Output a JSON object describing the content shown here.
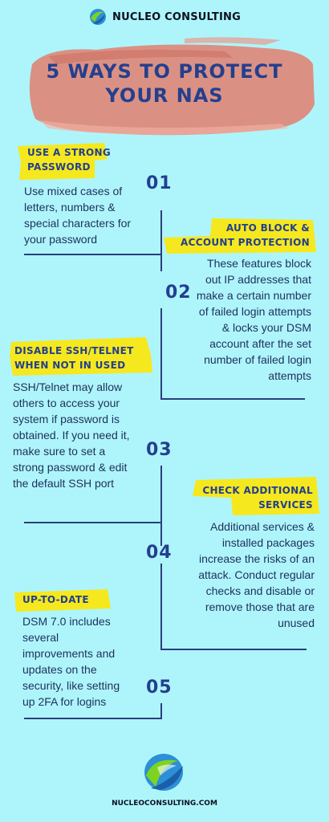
{
  "brand": {
    "name": "NUCLEO CONSULTING",
    "logo_icon": "globe-swirl-icon"
  },
  "title": {
    "line1": "5 WAYS TO PROTECT",
    "line2": "YOUR NAS"
  },
  "colors": {
    "background": "#aef5fb",
    "accent": "#243f8e",
    "highlight": "#f6e81e",
    "brush": "#df8676"
  },
  "tips": [
    {
      "number": "01",
      "heading1": "USE A STRONG",
      "heading2": "PASSWORD",
      "lines": [
        "Use mixed cases of",
        "letters, numbers &",
        "special characters for",
        "your password"
      ]
    },
    {
      "number": "02",
      "heading1": "AUTO BLOCK &",
      "heading2": "ACCOUNT PROTECTION",
      "lines": [
        "These features block",
        "out IP addresses that",
        "make a certain number",
        "of failed login attempts",
        "& locks your DSM",
        "account after the set",
        "number of failed login",
        "attempts"
      ]
    },
    {
      "number": "03",
      "heading1": "DISABLE SSH/TELNET",
      "heading2": "WHEN NOT IN USED",
      "lines": [
        "SSH/Telnet may allow",
        "others to access your",
        "system if password is",
        "obtained. If you need it,",
        "make sure to set a",
        "strong password & edit",
        "the default SSH port"
      ]
    },
    {
      "number": "04",
      "heading1": "CHECK ADDITIONAL",
      "heading2": "SERVICES",
      "lines": [
        "Additional services &",
        "installed packages",
        "increase the risks of an",
        "attack. Conduct regular",
        "checks and disable or",
        "remove those that are",
        "unused"
      ]
    },
    {
      "number": "05",
      "heading1": "UP-TO-DATE",
      "heading2": "",
      "lines": [
        "DSM 7.0 includes",
        "several",
        "improvements and",
        "updates on the",
        "security, like setting",
        "up 2FA for logins"
      ]
    }
  ],
  "footer": {
    "url": "NUCLEOCONSULTING.COM",
    "logo_icon": "globe-swirl-icon"
  }
}
